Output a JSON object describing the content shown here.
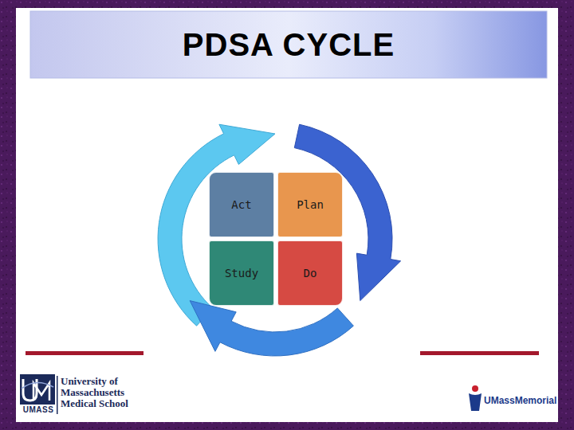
{
  "diagram": {
    "title": "PDSA CYCLE",
    "nodes": [
      {
        "text": [
          "Act"
        ]
      },
      {
        "text": [
          "Plan"
        ]
      },
      {
        "text": [
          "Study"
        ]
      },
      {
        "text": [
          "Do"
        ]
      }
    ],
    "labels": [
      "UMASS",
      "University of Massachusetts Medical School",
      "UMassMemorial"
    ]
  }
}
